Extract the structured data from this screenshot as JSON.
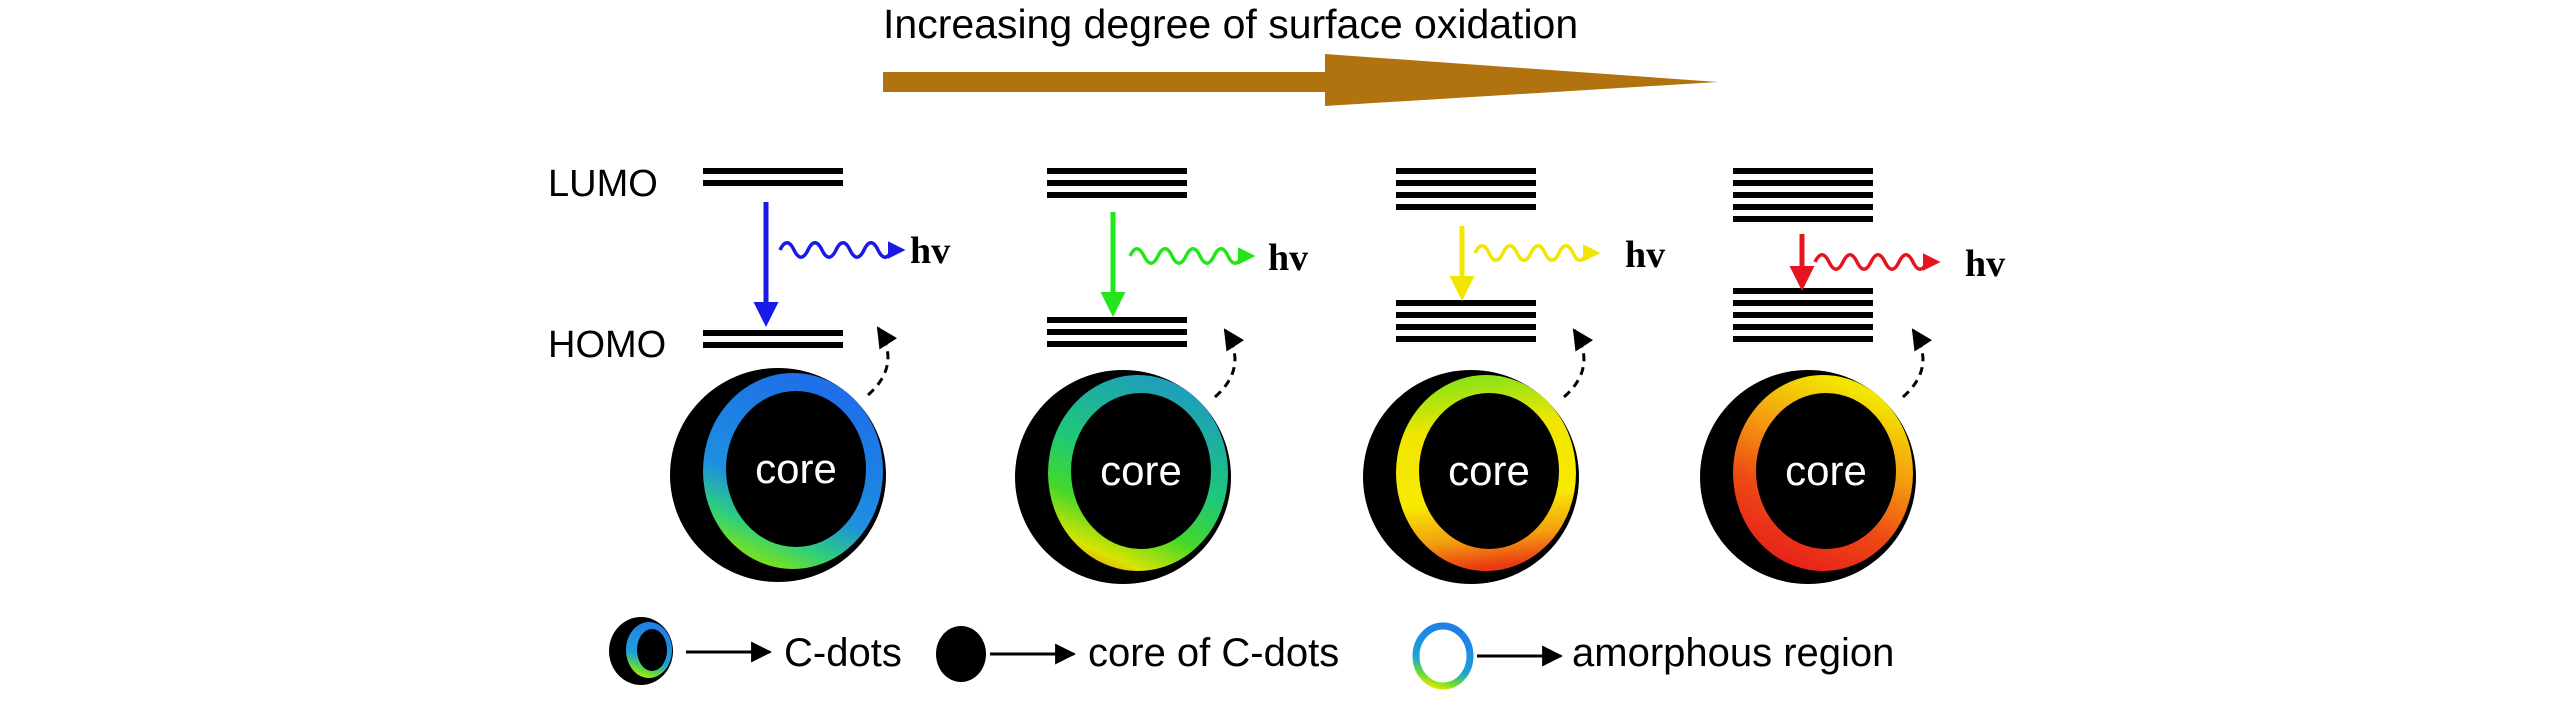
{
  "title": "Increasing degree of surface oxidation",
  "level_labels": {
    "lumo": "LUMO",
    "homo": "HOMO"
  },
  "photon_label": "hv",
  "core_label": "core",
  "stages": [
    {
      "emission": "blue",
      "color": "#1a1ae6",
      "lumo_lines": 2,
      "homo_lines": 2
    },
    {
      "emission": "green",
      "color": "#22e61a",
      "lumo_lines": 3,
      "homo_lines": 3
    },
    {
      "emission": "yellow",
      "color": "#f2e600",
      "lumo_lines": 4,
      "homo_lines": 4
    },
    {
      "emission": "red",
      "color": "#e6141e",
      "lumo_lines": 5,
      "homo_lines": 5
    }
  ],
  "legend": {
    "cdots": "C-dots",
    "core_of_cdots": "core of C-dots",
    "amorphous_region": "amorphous region"
  },
  "colors": {
    "arrow": "#b07310",
    "ink": "#000000"
  }
}
